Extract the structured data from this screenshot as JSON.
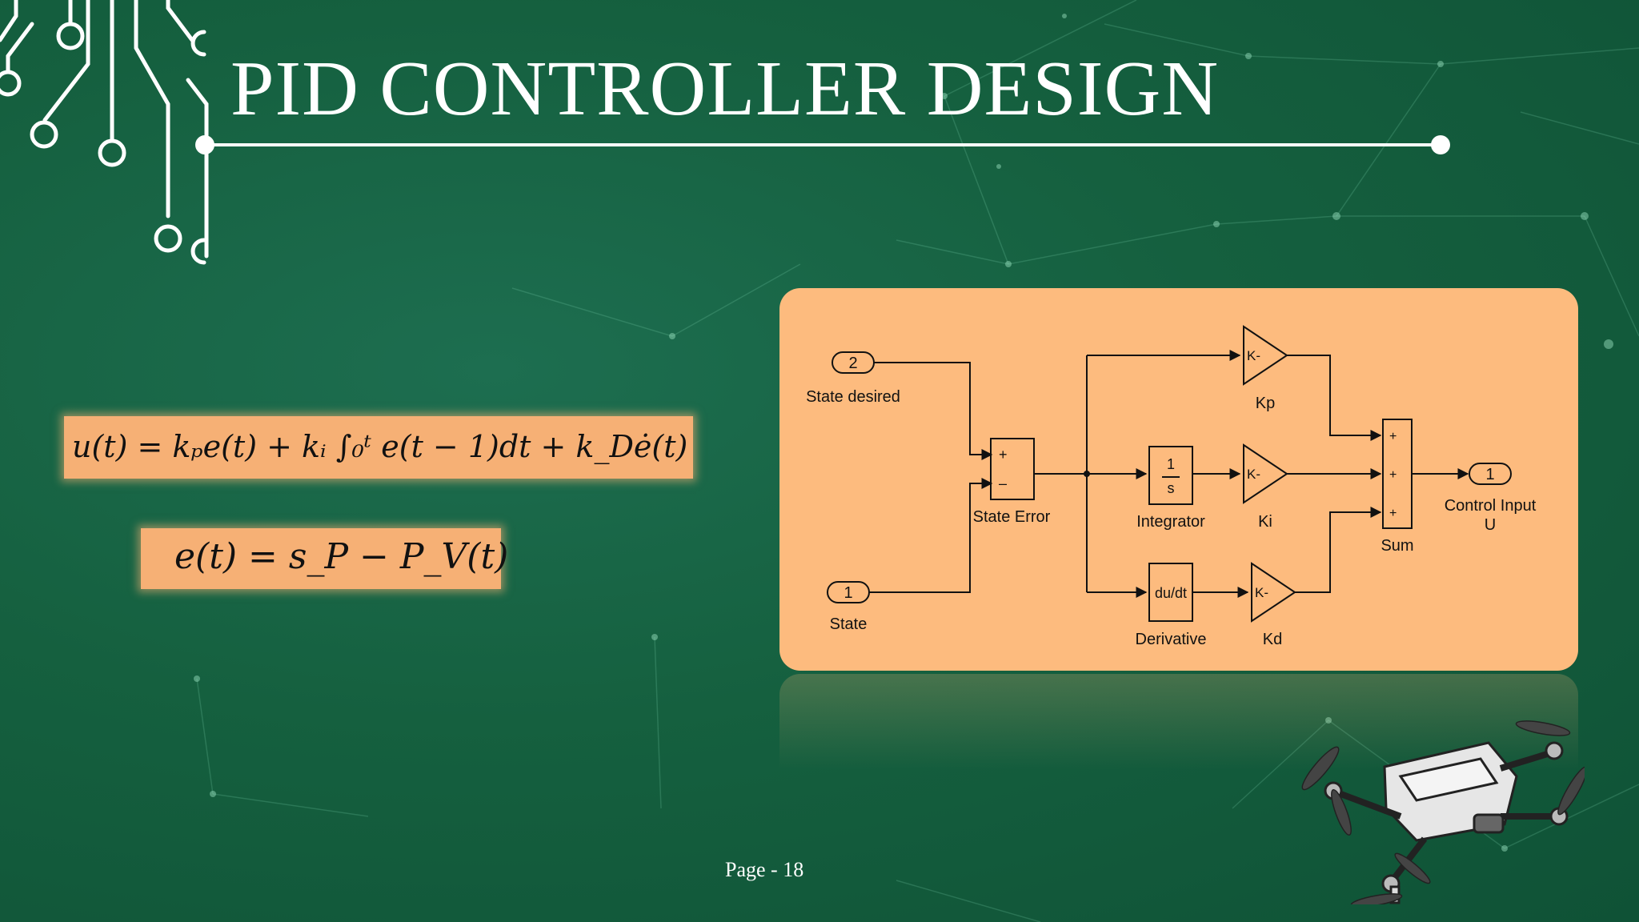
{
  "slide": {
    "title": "PID CONTROLLER DESIGN",
    "page_label": "Page - 18"
  },
  "equations": {
    "control_law": "u(t) = kₚe(t) + kᵢ ∫₀ᵗ e(t − 1)dt + k_Dė(t)",
    "error": "e(t) = s_P − P_V(t)"
  },
  "diagram": {
    "inport_state_desired_num": "2",
    "inport_state_desired_label": "State desired",
    "inport_state_num": "1",
    "inport_state_label": "State",
    "sum_error_label": "State Error",
    "sum_error_sign_plus": "+",
    "sum_error_sign_minus": "–",
    "integrator_num": "1",
    "integrator_den": "s",
    "integrator_label": "Integrator",
    "derivative_text": "du/dt",
    "derivative_label": "Derivative",
    "gain_text": "K-",
    "kp_label": "Kp",
    "ki_label": "Ki",
    "kd_label": "Kd",
    "sum_label": "Sum",
    "sum_sign": "+",
    "outport_num": "1",
    "outport_label_1": "Control Input",
    "outport_label_2": "U"
  },
  "colors": {
    "background": "#15603f",
    "card": "#fdbb7e",
    "equation_box": "#f6b075"
  },
  "icons": [
    "circuit-decoration-icon",
    "drone-icon"
  ]
}
